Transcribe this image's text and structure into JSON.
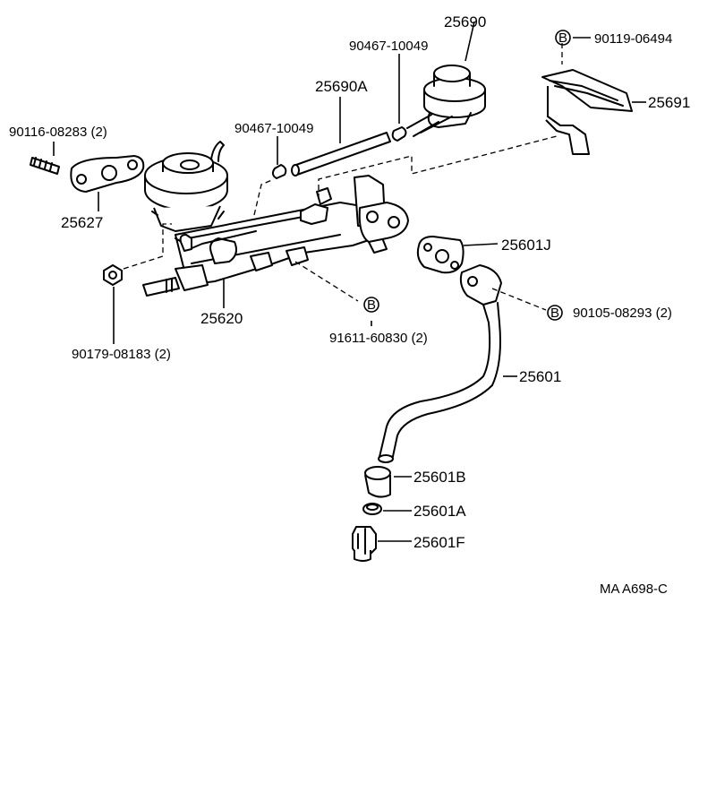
{
  "labels": {
    "p25690": "25690",
    "p90467_a": "90467-10049",
    "p90119": "90119-06494",
    "p25690A": "25690A",
    "p25691": "25691",
    "p90116": "90116-08283 (2)",
    "p90467_b": "90467-10049",
    "p25627": "25627",
    "p25601J": "25601J",
    "p25620": "25620",
    "p91611": "91611-60830 (2)",
    "p90105": "90105-08293 (2)",
    "p90179": "90179-08183 (2)",
    "p25601": "25601",
    "p25601B": "25601B",
    "p25601A": "25601A",
    "p25601F": "25601F",
    "code": "MA A698-C"
  },
  "b_marker": "B"
}
